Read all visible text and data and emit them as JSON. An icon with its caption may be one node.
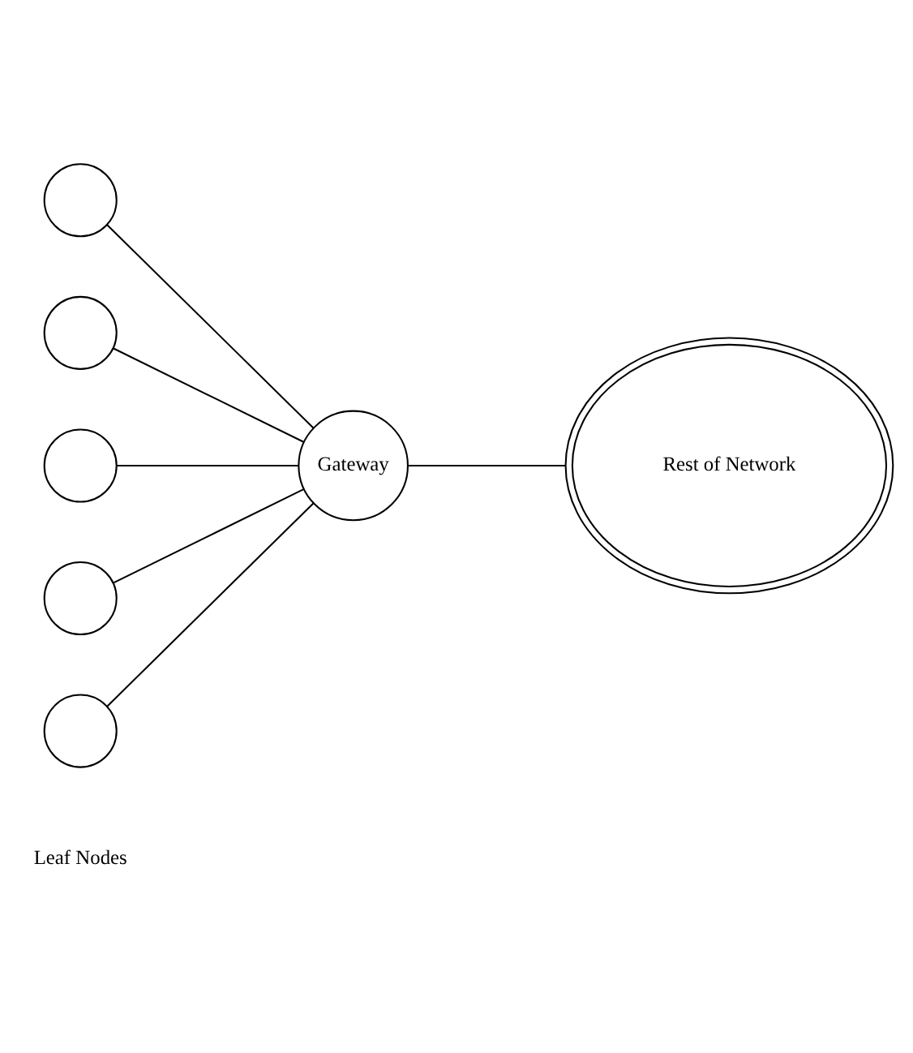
{
  "diagram": {
    "nodes": [
      {
        "text": [],
        "shape": "circle"
      },
      {
        "text": [],
        "shape": "circle"
      },
      {
        "text": [],
        "shape": "circle"
      },
      {
        "text": [],
        "shape": "circle"
      },
      {
        "text": [],
        "shape": "circle"
      },
      {
        "text": [
          "Gateway"
        ]
      },
      {
        "text": [
          "Rest of Network"
        ]
      }
    ],
    "edges": [
      {
        "from": 0,
        "to": 5,
        "arrow": "none"
      },
      {
        "from": 1,
        "to": 5,
        "arrow": "none"
      },
      {
        "from": 2,
        "to": 5,
        "arrow": "none"
      },
      {
        "from": 3,
        "to": 5,
        "arrow": "none"
      },
      {
        "from": 4,
        "to": 5,
        "arrow": "none"
      },
      {
        "from": 5,
        "to": 6,
        "arrow": "none"
      }
    ],
    "labels": [
      "Leaf Nodes"
    ]
  }
}
